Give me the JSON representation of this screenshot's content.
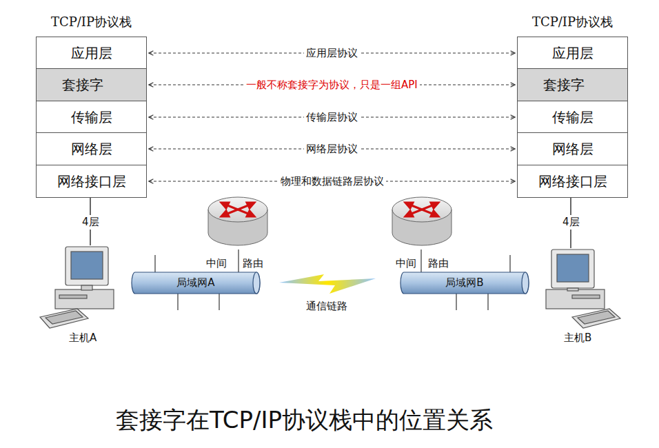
{
  "diagram": {
    "caption": "套接字在TCP/IP协议栈中的位置关系",
    "nodes": [
      {
        "text": [
          "TCP/IP协议栈"
        ]
      },
      {
        "text": [
          "应用层"
        ],
        "in": 0
      },
      {
        "text": [
          "套接字"
        ],
        "in": 0
      },
      {
        "text": [
          "传输层"
        ],
        "in": 0
      },
      {
        "text": [
          "网络层"
        ],
        "in": 0
      },
      {
        "text": [
          "网络接口层"
        ],
        "in": 0
      },
      {
        "text": [
          "TCP/IP协议栈"
        ]
      },
      {
        "text": [
          "应用层"
        ],
        "in": 6
      },
      {
        "text": [
          "套接字"
        ],
        "in": 6
      },
      {
        "text": [
          "传输层"
        ],
        "in": 6
      },
      {
        "text": [
          "网络层"
        ],
        "in": 6
      },
      {
        "text": [
          "网络接口层"
        ],
        "in": 6
      },
      {
        "text": [
          "局域网A"
        ]
      },
      {
        "text": [
          "局域网B"
        ]
      }
    ],
    "edges": [
      {
        "from": 1,
        "to": 7,
        "arrow": "both",
        "label": "应用层协议"
      },
      {
        "from": 2,
        "to": 8,
        "arrow": "both",
        "label": "一般不称套接字为协议，只是一组API"
      },
      {
        "from": 3,
        "to": 9,
        "arrow": "both",
        "label": "传输层协议"
      },
      {
        "from": 4,
        "to": 10,
        "arrow": "both",
        "label": "网络层协议"
      },
      {
        "from": 5,
        "to": 11,
        "arrow": "both",
        "label": "物理和数据链路层协议"
      }
    ],
    "labels": [
      "4层",
      "4层",
      "中间",
      "路由",
      "中间",
      "路由",
      "通信链路",
      "主机A",
      "主机B"
    ]
  }
}
